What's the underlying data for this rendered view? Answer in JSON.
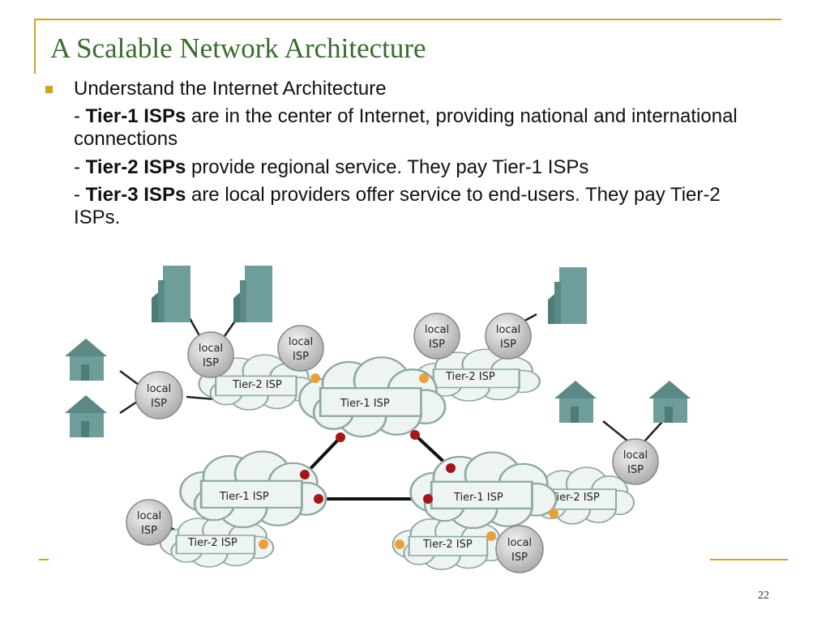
{
  "slide": {
    "title": "A Scalable Network Architecture",
    "bullet": "Understand the Internet Architecture",
    "subs": [
      {
        "prefix": "- ",
        "bold": "Tier-1 ISPs",
        "rest": " are in the center of Internet, providing national and international connections"
      },
      {
        "prefix": "- ",
        "bold": "Tier-2 ISPs",
        "rest": " provide regional service. They pay Tier-1 ISPs"
      },
      {
        "prefix": "- ",
        "bold": "Tier-3 ISPs",
        "rest": " are local providers offer service to end-users. They pay Tier-2 ISPs."
      }
    ],
    "page_number": "22"
  },
  "diagram": {
    "tier1_label": "Tier-1 ISP",
    "tier2_label": "Tier-2 ISP",
    "local_line1": "local",
    "local_line2": "ISP",
    "colors": {
      "cloud": "#eef4f1",
      "cloud_edge": "#8ea8a2",
      "node": "#c8c8c8",
      "router": "#a3161a",
      "port": "#e8a13a",
      "building": "#6f9e9a"
    }
  }
}
